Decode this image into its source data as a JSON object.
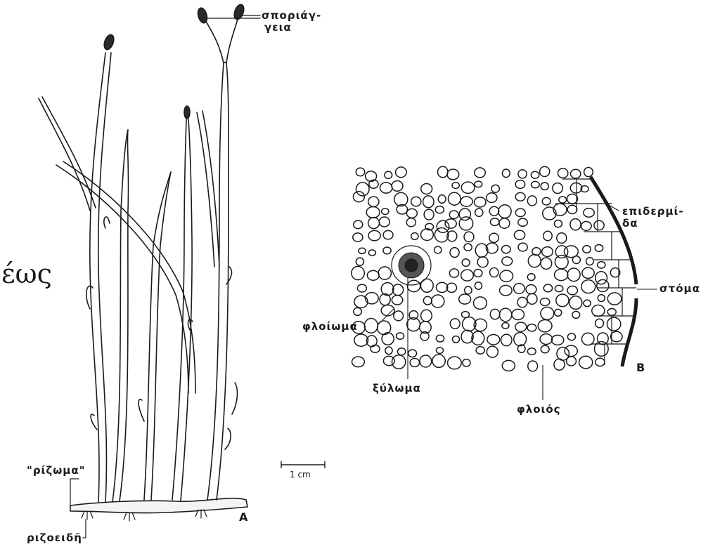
{
  "labels": {
    "sporangia": "σποριάγ-\nγεια",
    "sporangia_l1": "σποριάγ-",
    "sporangia_l2": "γεια",
    "rhizome": "\"ρίζωμα\"",
    "rhizoids": "ριζοειδῆ",
    "epidermis_l1": "επιδερμί-",
    "epidermis_l2": "δα",
    "stoma": "στόμα",
    "phloem": "φλοίωμα",
    "xylem": "ξύλωμα",
    "cortex": "φλοιός",
    "scale": "1 cm",
    "panel_a": "A",
    "panel_b": "B",
    "fragment": "έως"
  },
  "colors": {
    "ink": "#1a1a1a",
    "paper": "#ffffff"
  }
}
